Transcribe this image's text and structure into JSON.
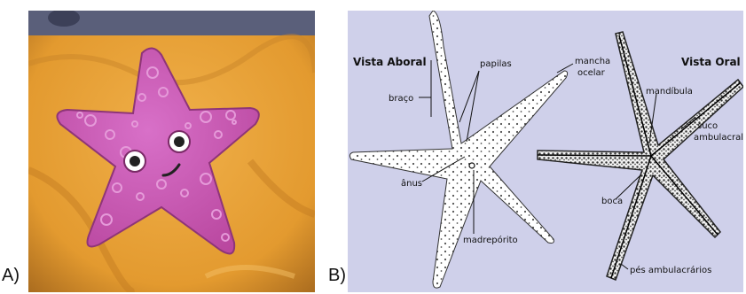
{
  "panels": {
    "a": {
      "label": "A)"
    },
    "b": {
      "label": "B)"
    }
  },
  "diagram": {
    "title_aboral": "Vista Aboral",
    "title_oral": "Vista Oral",
    "labels": {
      "papilas": "papilas",
      "mancha": "mancha",
      "ocelar": "ocelar",
      "braco": "braço",
      "anus": "ânus",
      "madreporito": "madrepórito",
      "mandibula": "mandíbula",
      "suco": "suco",
      "ambulacral": "ambulacral",
      "boca": "boca",
      "pes_ambulacrarios": "pés ambulacrários"
    }
  },
  "colors": {
    "photo_background": "#e7a23a",
    "toy_star": "#cf5fc0",
    "diagram_background": "#cfd0ea",
    "star_fill": "#ffffff",
    "ink": "#111111"
  }
}
